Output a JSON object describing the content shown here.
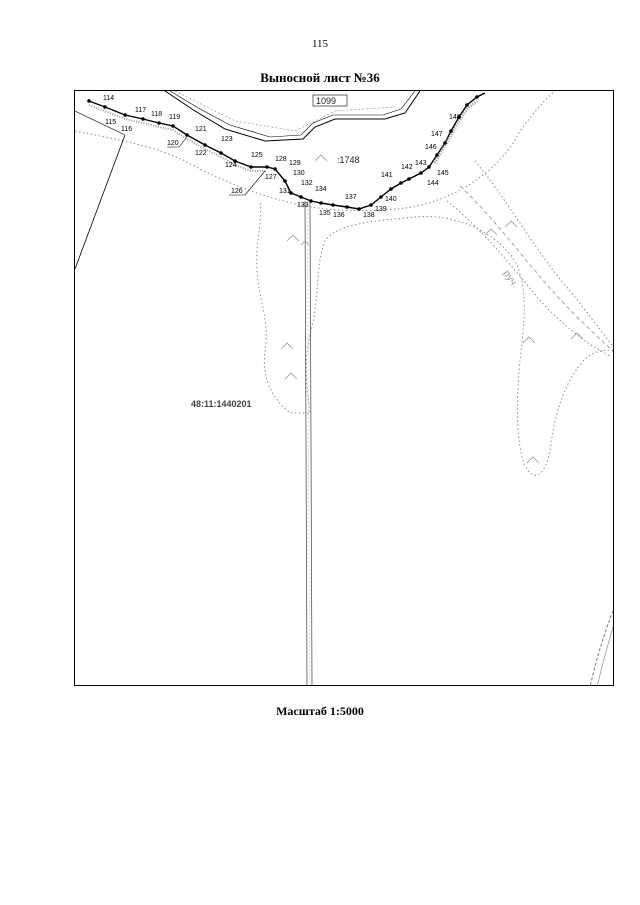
{
  "page_number": "115",
  "title": "Выносной лист №36",
  "scale": "Масштаб 1:5000",
  "map": {
    "parcel_label": "48:11:1440201",
    "area_label_1099": "1099",
    "area_label_1748": ":1748",
    "stream_label": "руч.",
    "points": [
      {
        "id": "114"
      },
      {
        "id": "115"
      },
      {
        "id": "116"
      },
      {
        "id": "117"
      },
      {
        "id": "118"
      },
      {
        "id": "119"
      },
      {
        "id": "120"
      },
      {
        "id": "121"
      },
      {
        "id": "122"
      },
      {
        "id": "123"
      },
      {
        "id": "124"
      },
      {
        "id": "125"
      },
      {
        "id": "126"
      },
      {
        "id": "127"
      },
      {
        "id": "128"
      },
      {
        "id": "129"
      },
      {
        "id": "130"
      },
      {
        "id": "131"
      },
      {
        "id": "132"
      },
      {
        "id": "133"
      },
      {
        "id": "134"
      },
      {
        "id": "135"
      },
      {
        "id": "136"
      },
      {
        "id": "137"
      },
      {
        "id": "138"
      },
      {
        "id": "139"
      },
      {
        "id": "140"
      },
      {
        "id": "141"
      },
      {
        "id": "142"
      },
      {
        "id": "143"
      },
      {
        "id": "144"
      },
      {
        "id": "145"
      },
      {
        "id": "146"
      },
      {
        "id": "147"
      },
      {
        "id": "148"
      }
    ]
  }
}
